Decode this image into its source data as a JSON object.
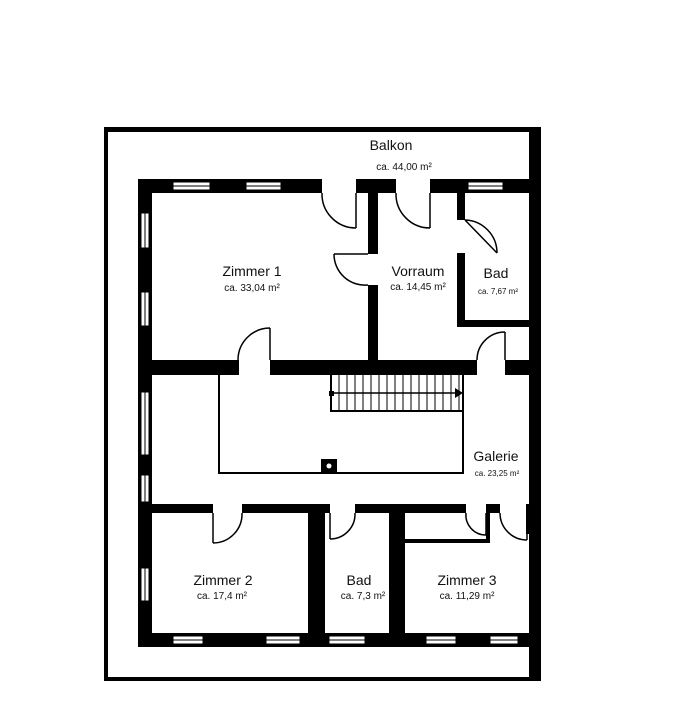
{
  "rooms": {
    "balkon": {
      "name": "Balkon",
      "area": "ca. 44,00 m²"
    },
    "zimmer1": {
      "name": "Zimmer 1",
      "area": "ca. 33,04 m²"
    },
    "vorraum": {
      "name": "Vorraum",
      "area": "ca. 14,45 m²"
    },
    "bad_top": {
      "name": "Bad",
      "area": "ca. 7,67 m²"
    },
    "galerie": {
      "name": "Galerie",
      "area": "ca. 23,25 m²"
    },
    "zimmer2": {
      "name": "Zimmer 2",
      "area": "ca. 17,4 m²"
    },
    "bad_bottom": {
      "name": "Bad",
      "area": "ca. 7,3 m²"
    },
    "zimmer3": {
      "name": "Zimmer 3",
      "area": "ca. 11,29 m²"
    }
  }
}
